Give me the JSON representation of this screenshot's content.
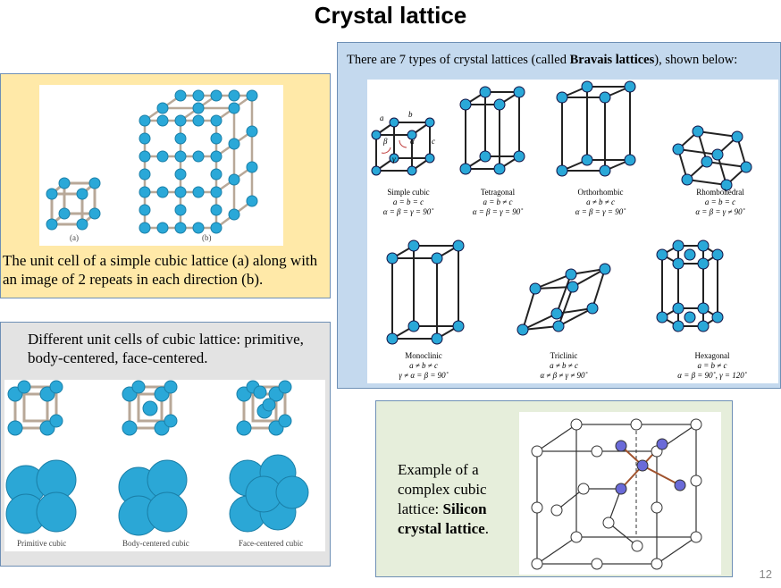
{
  "title": "Crystal lattice",
  "simple_cubic": {
    "label_a": "(a)",
    "label_b": "(b)",
    "caption": "The unit cell of a simple cubic lattice (a) along with an image of 2 repeats in each direction (b)."
  },
  "cubic_cells": {
    "heading": "Different unit cells of cubic lattice: primitive, body-centered, face-centered.",
    "labels": [
      "Primitive cubic",
      "Body-centered cubic",
      "Face-centered cubic"
    ]
  },
  "bravais": {
    "intro_prefix": "There are 7 types of crystal lattices (called ",
    "intro_bold": "Bravais lattices",
    "intro_suffix": "), shown below:",
    "axis_labels": {
      "a": "a",
      "b": "b",
      "c": "c",
      "alpha": "α",
      "beta": "β",
      "gamma": "γ"
    },
    "types": [
      {
        "name": "Simple cubic",
        "rel1": "a = b = c",
        "rel2": "α = β = γ = 90˚"
      },
      {
        "name": "Tetragonal",
        "rel1": "a = b ≠ c",
        "rel2": "α = β = γ = 90˚"
      },
      {
        "name": "Orthorhombic",
        "rel1": "a ≠ b ≠ c",
        "rel2": "α = β = γ = 90˚"
      },
      {
        "name": "Rhombohedral",
        "rel1": "a = b = c",
        "rel2": "α = β = γ ≠ 90˚"
      },
      {
        "name": "Monoclinic",
        "rel1": "a ≠ b ≠ c",
        "rel2": "γ ≠ α = β = 90˚"
      },
      {
        "name": "Triclinic",
        "rel1": "a ≠ b ≠ c",
        "rel2": "α ≠ β ≠ γ ≠ 90˚"
      },
      {
        "name": "Hexagonal",
        "rel1": "a = b ≠ c",
        "rel2": "α = β = 90˚, γ = 120˚"
      }
    ]
  },
  "silicon": {
    "text_prefix": "Example of a complex cubic lattice: ",
    "text_bold": "Silicon crystal lattice",
    "text_suffix": "."
  },
  "page_number": "12",
  "colors": {
    "yellow_box": "#ffe9a8",
    "blue_box": "#c4d9ee",
    "gray_box": "#e3e3e3",
    "green_box": "#e6eedb",
    "atom": "#2aa8d8"
  }
}
